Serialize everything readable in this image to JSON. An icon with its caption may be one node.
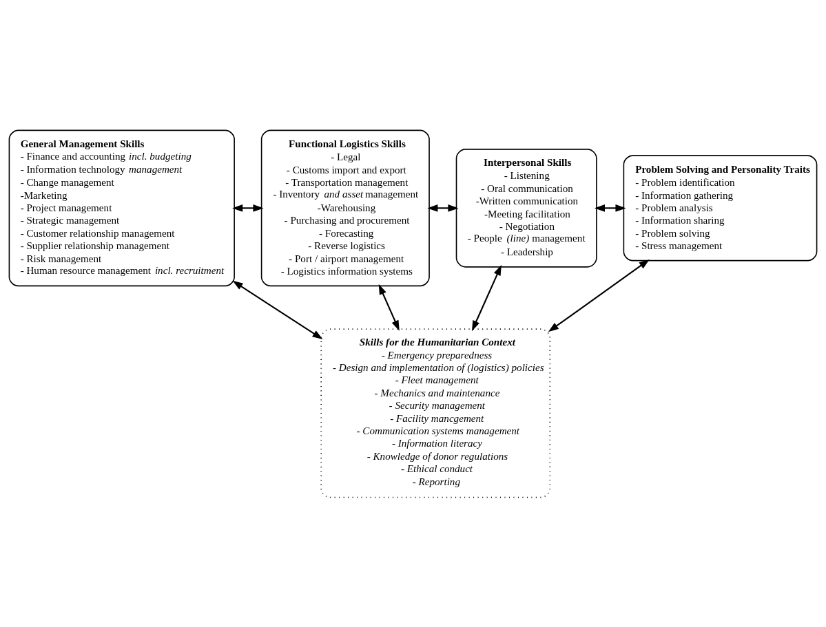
{
  "diagram": {
    "nodes": [
      {
        "text": [
          "General Management Skills",
          "- Finance and accounting *incl. budgeting*",
          "- Information technology *management*",
          "- Change management",
          "-Marketing",
          "- Project management",
          "- Strategic management",
          "- Customer relationship management",
          "- Supplier relationship management",
          "- Risk management",
          "- Human resource management *incl. recruitment*"
        ]
      },
      {
        "text": [
          "Functional Logistics Skills",
          "- Legal",
          "- Customs import and export",
          "- Transportation management",
          "- Inventory *and asset* management",
          "-Warehousing",
          "- Purchasing and procurement",
          "- Forecasting",
          "- Reverse logistics",
          "- Port / airport management",
          "- Logistics information systems"
        ]
      },
      {
        "text": [
          "Interpersonal Skills",
          "- Listening",
          "- Oral communication",
          "-Written communication",
          "-Meeting facilitation",
          "- Negotiation",
          "- People *(line)* management",
          "- Leadership"
        ]
      },
      {
        "text": [
          "Problem Solving and Personality Traits",
          "- Problem identification",
          "- Information gathering",
          "- Problem analysis",
          "- Information sharing",
          "- Problem solving",
          "- Stress management"
        ]
      },
      {
        "text": [
          "Skills for the Humanitarian Context",
          "- Emergency preparedness",
          "- Design and implementation of (logistics) policies",
          "- Fleet management",
          "- Mechanics and maintenance",
          "- Security management",
          "- Facility mancgement",
          "- Communication systems management",
          "- Information literacy",
          "- Knowledge of donor regulations",
          "- Ethical conduct",
          "- Reporting"
        ]
      }
    ],
    "edges": [
      {
        "from": 0,
        "to": 1,
        "arrow": "both"
      },
      {
        "from": 1,
        "to": 2,
        "arrow": "both"
      },
      {
        "from": 2,
        "to": 3,
        "arrow": "both"
      },
      {
        "from": 2,
        "to": 4,
        "arrow": "both"
      },
      {
        "from": 3,
        "to": 4,
        "arrow": "both"
      },
      {
        "from": 1,
        "to": 4,
        "arrow": "both"
      },
      {
        "from": 0,
        "to": 4,
        "arrow": "both"
      }
    ]
  }
}
